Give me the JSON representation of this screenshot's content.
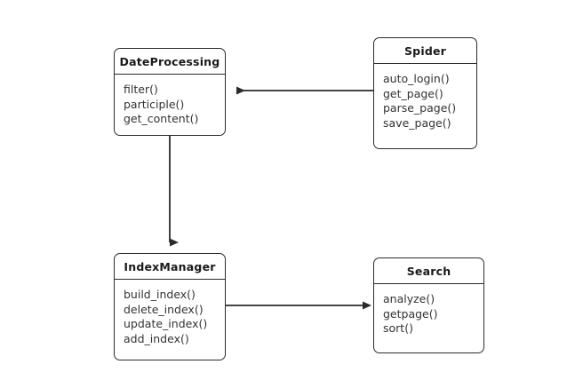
{
  "diagram": {
    "type": "uml-class-diagram",
    "background_color": "#ffffff",
    "border_color": "#2b2b2b",
    "text_color": "#1a1a1a",
    "member_text_color": "#333333",
    "classes": [
      {
        "id": "dateprocessing",
        "name": "DateProcessing",
        "members": [
          "filter()",
          "participle()",
          "get_content()"
        ]
      },
      {
        "id": "spider",
        "name": "Spider",
        "members": [
          "auto_login()",
          "get_page()",
          "parse_page()",
          "save_page()"
        ]
      },
      {
        "id": "indexmanager",
        "name": "IndexManager",
        "members": [
          "build_index()",
          "delete_index()",
          "update_index()",
          "add_index()"
        ]
      },
      {
        "id": "search",
        "name": "Search",
        "members": [
          "analyze()",
          "getpage()",
          "sort()"
        ]
      }
    ],
    "connections": [
      {
        "id": "spider-to-dateprocessing",
        "from": "spider",
        "to": "dateprocessing",
        "direction": "left",
        "style": "solid-arrow"
      },
      {
        "id": "dateprocessing-to-indexmanager",
        "from": "dateprocessing",
        "to": "indexmanager",
        "direction": "down",
        "style": "solid-arrow"
      },
      {
        "id": "indexmanager-to-search",
        "from": "indexmanager",
        "to": "search",
        "direction": "right",
        "style": "solid-arrow"
      }
    ]
  }
}
